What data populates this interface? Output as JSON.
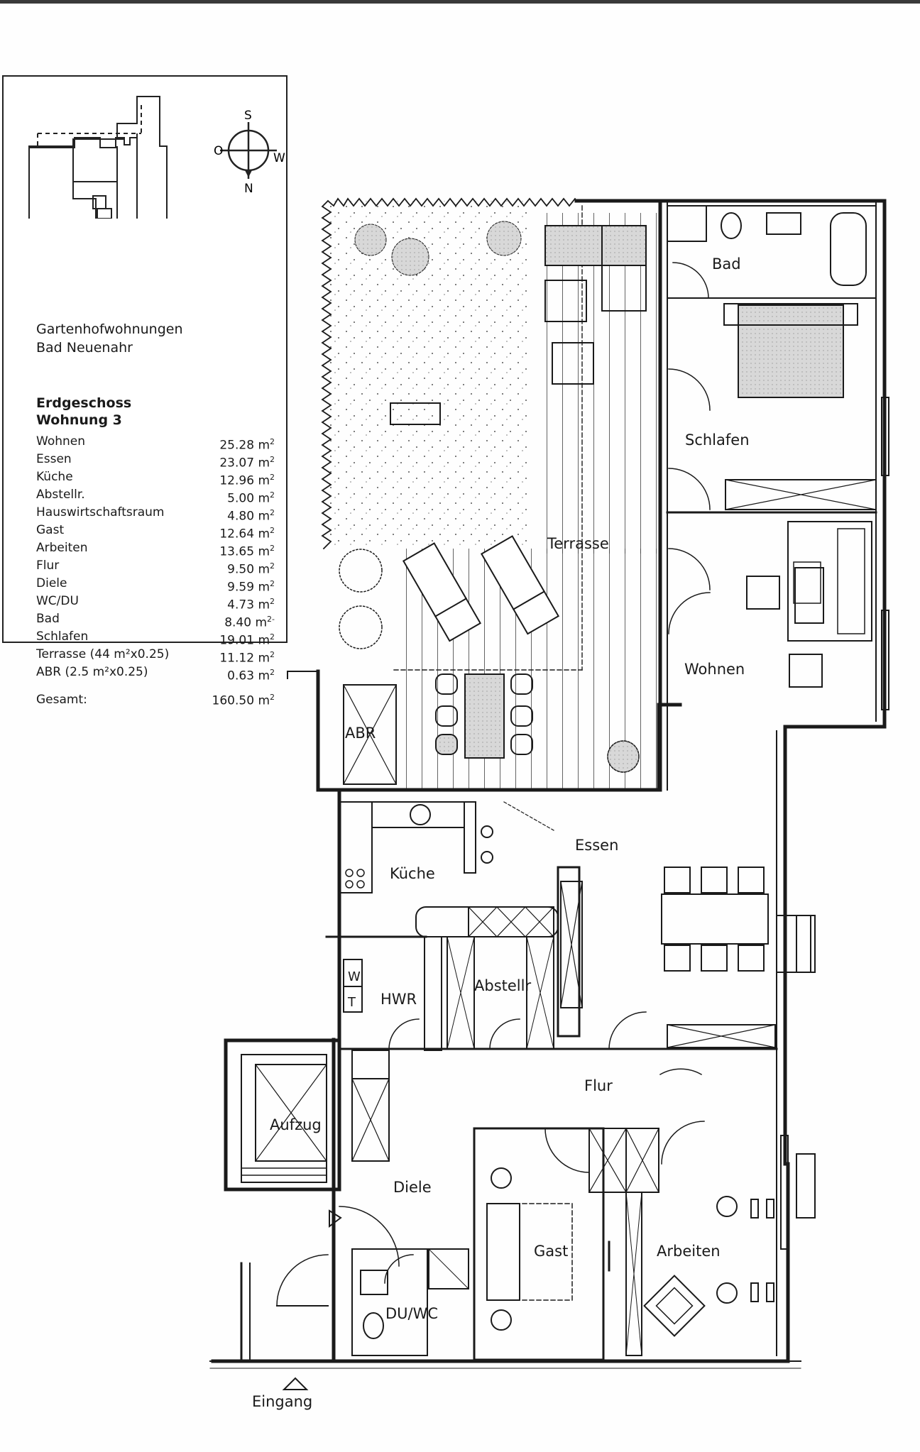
{
  "legend": {
    "project_line1": "Gartenhofwohnungen",
    "project_line2": "Bad Neuenahr",
    "floor": "Erdgeschoss",
    "unit": "Wohnung 3",
    "areas": [
      {
        "name": "Wohnen",
        "value": "25.28",
        "unit": "m",
        "sup": "2"
      },
      {
        "name": "Essen",
        "value": "23.07",
        "unit": "m",
        "sup": "2"
      },
      {
        "name": "Küche",
        "value": "12.96",
        "unit": "m",
        "sup": "2"
      },
      {
        "name": "Abstellr.",
        "value": "5.00",
        "unit": "m",
        "sup": "2"
      },
      {
        "name": "Hauswirtschaftsraum",
        "value": "4.80",
        "unit": "m",
        "sup": "2"
      },
      {
        "name": "Gast",
        "value": "12.64",
        "unit": "m",
        "sup": "2"
      },
      {
        "name": "Arbeiten",
        "value": "13.65",
        "unit": "m",
        "sup": "2"
      },
      {
        "name": "Flur",
        "value": "9.50",
        "unit": "m",
        "sup": "2"
      },
      {
        "name": "Diele",
        "value": "9.59",
        "unit": "m",
        "sup": "2"
      },
      {
        "name": "WC/DU",
        "value": "4.73",
        "unit": "m",
        "sup": "2"
      },
      {
        "name": "Bad",
        "value": "8.40",
        "unit": "m",
        "sup": "2-"
      },
      {
        "name": "Schlafen",
        "value": "19.01",
        "unit": "m",
        "sup": "2"
      },
      {
        "name": "Terrasse (44 m²x0.25)",
        "value": "11.12",
        "unit": "m",
        "sup": "2"
      },
      {
        "name": "ABR (2.5 m²x0.25)",
        "value": "0.63",
        "unit": "m",
        "sup": "2"
      }
    ],
    "total_label": "Gesamt:",
    "total_value": "160.50",
    "total_unit": "m",
    "total_sup": "2"
  },
  "compass": {
    "s": "S",
    "n": "N",
    "o": "O",
    "w": "W"
  },
  "rooms": {
    "bad": "Bad",
    "schlafen": "Schlafen",
    "terrasse": "Terrasse",
    "wohnen": "Wohnen",
    "abr": "ABR",
    "essen": "Essen",
    "kueche": "Küche",
    "hwr": "HWR",
    "abstellr": "Abstellr",
    "flur": "Flur",
    "aufzug": "Aufzug",
    "diele": "Diele",
    "gast": "Gast",
    "arbeiten": "Arbeiten",
    "du_wc": "DU/WC",
    "eingang": "Eingang",
    "w": "W",
    "t": "T"
  },
  "colors": {
    "ink": "#1a1a1a",
    "paper": "#fefefe",
    "hatch": "#cfcfcf"
  }
}
